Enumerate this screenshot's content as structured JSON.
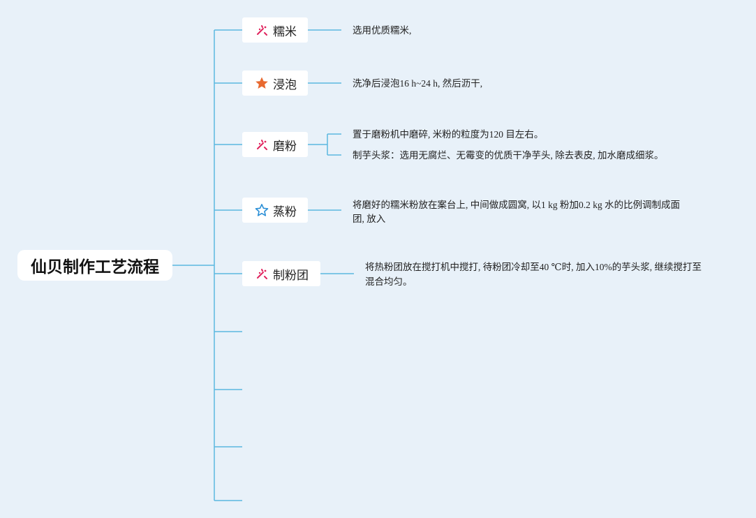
{
  "colors": {
    "background": "#e8f1f9",
    "connector": "#5bb8e0",
    "node_bg": "#ffffff"
  },
  "root": {
    "label": "仙贝制作工艺流程"
  },
  "steps": [
    {
      "label": "糯米",
      "icon": "sparkle-wand-icon",
      "details": [
        "选用优质糯米,"
      ]
    },
    {
      "label": "浸泡",
      "icon": "star-filled-icon",
      "details": [
        "洗净后浸泡16 h~24 h, 然后沥干,"
      ]
    },
    {
      "label": "磨粉",
      "icon": "sparkle-wand-icon",
      "details": [
        "置于磨粉机中磨碎, 米粉的粒度为120 目左右。",
        "制芋头浆：选用无腐烂、无霉变的优质干净芋头, 除去表皮, 加水磨成细浆。"
      ]
    },
    {
      "label": "蒸粉",
      "icon": "star-outline-icon",
      "details": [
        "将磨好的糯米粉放在案台上, 中间做成圆窝, 以1 kg 粉加0.2 kg 水的比例调制成面",
        "团, 放入"
      ]
    },
    {
      "label": "制粉团",
      "icon": "sparkle-wand-icon",
      "details": [
        "将热粉团放在搅打机中搅打, 待粉团冷却至40 ℃时, 加入10%的芋头浆, 继续搅打至",
        "混合均匀。"
      ]
    },
    {
      "label": "",
      "icon": "",
      "details": []
    },
    {
      "label": "",
      "icon": "",
      "details": []
    },
    {
      "label": "",
      "icon": "",
      "details": []
    },
    {
      "label": "",
      "icon": "",
      "details": []
    }
  ]
}
